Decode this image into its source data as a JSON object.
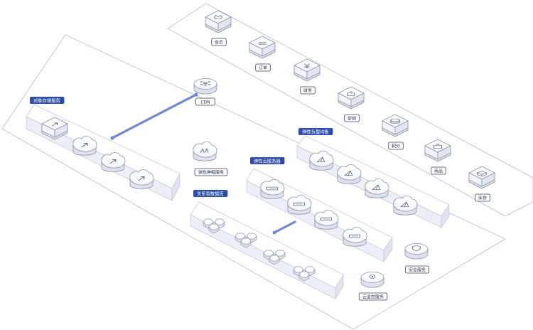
{
  "colors": {
    "accent": "#2d4da8",
    "connector": "#6f86d6",
    "outline": "#b9bdc7",
    "node_fill": "#ffffff",
    "node_shade": "#e6e9f2",
    "platform_shade": "#dfe3f2"
  },
  "right_panel": {
    "items": [
      {
        "label": "会员",
        "icon": "crown-icon"
      },
      {
        "label": "订单",
        "icon": "list-icon"
      },
      {
        "label": "财务",
        "icon": "yen-icon"
      },
      {
        "label": "促销",
        "icon": "tag-icon"
      },
      {
        "label": "积分",
        "icon": "coins-icon"
      },
      {
        "label": "商品",
        "icon": "bag-icon"
      },
      {
        "label": "库存",
        "icon": "box-icon"
      }
    ]
  },
  "main_panel": {
    "object_storage": {
      "title": "对象存储服务",
      "icon": "upload-icon"
    },
    "cdn": {
      "label": "CDN",
      "icon": "network-icon"
    },
    "elastic_scaling": {
      "label": "弹性伸缩服务",
      "icon": "scale-icon"
    },
    "load_balancer": {
      "title": "弹性负载均衡",
      "icon": "sail-icon"
    },
    "cloud_server": {
      "title": "弹性云服务器",
      "icon": "server-icon"
    },
    "database": {
      "title": "关系型数据库",
      "icon": "database-icon"
    },
    "security": {
      "label": "安全服务",
      "icon": "shield-icon"
    },
    "monitor": {
      "label": "云监控服务",
      "icon": "monitor-icon"
    }
  }
}
